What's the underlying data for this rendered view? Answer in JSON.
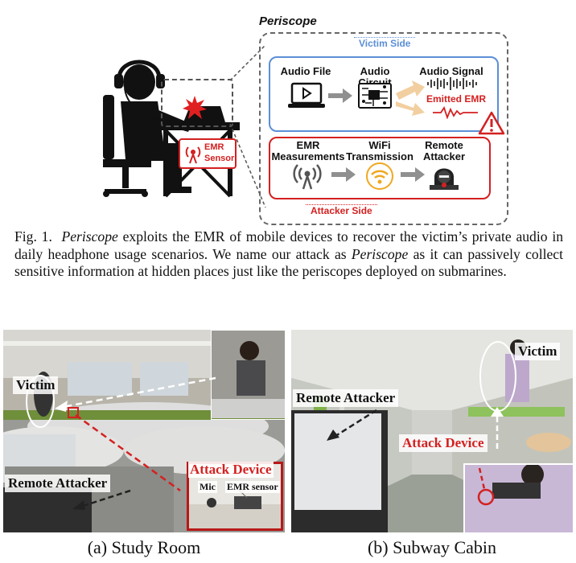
{
  "figure": {
    "title": "Periscope",
    "victim_side_label": "Victim Side",
    "attacker_side_label": "Attacker Side",
    "emr_sensor_label": "EMR\nSensor",
    "victim_flow": [
      {
        "label": "Audio File",
        "icon": "laptop-play-icon"
      },
      {
        "label": "Audio Circuit",
        "icon": "circuit-board-icon"
      },
      {
        "label": "Audio Signal",
        "icon": "waveform-icon"
      }
    ],
    "emitted_emr_label": "Emitted EMR",
    "attacker_flow": [
      {
        "label": "EMR\nMeasurements",
        "icon": "antenna-icon"
      },
      {
        "label": "WiFi\nTransmission",
        "icon": "wifi-icon"
      },
      {
        "label": "Remote\nAttacker",
        "icon": "hacker-icon"
      }
    ],
    "colors": {
      "victim_border": "#5b8fd6",
      "attacker_border": "#d42020",
      "accent_red": "#d42020",
      "arrow_gray": "#909090"
    }
  },
  "caption": {
    "prefix": "Fig. 1.",
    "name": "Periscope",
    "text1": " exploits the EMR of mobile devices to recover the victim’s private audio in daily headphone usage scenarios. We name our attack as ",
    "text2": " as it can passively collect sensitive information at hidden places just like the periscopes deployed on submarines."
  },
  "photo_a": {
    "victim_label": "Victim",
    "attack_device_label": "Attack Device",
    "mic_label": "Mic",
    "emr_sensor_label": "EMR sensor",
    "remote_attacker_label": "Remote Attacker",
    "subcaption": "(a) Study Room"
  },
  "photo_b": {
    "victim_label": "Victim",
    "remote_attacker_label": "Remote Attacker",
    "attack_device_label": "Attack Device",
    "subcaption": "(b) Subway Cabin"
  }
}
